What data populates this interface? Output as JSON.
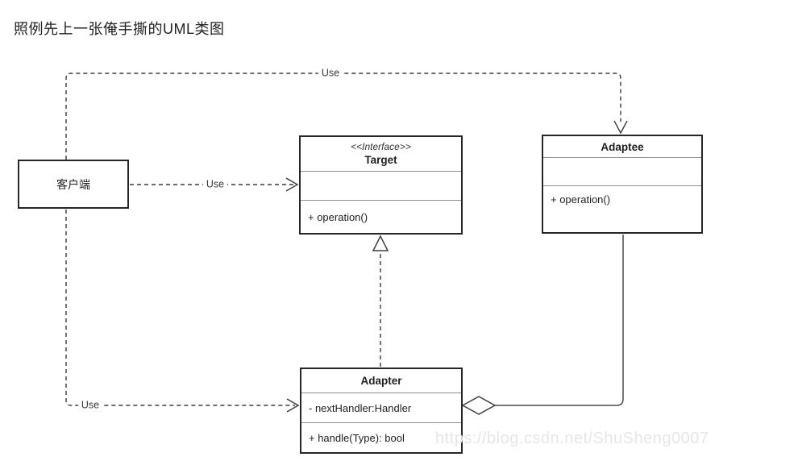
{
  "title": "照例先上一张俺手撕的UML类图",
  "classes": {
    "client": {
      "label": "客户端"
    },
    "target": {
      "stereotype": "<<Interface>>",
      "name": "Target",
      "attributes": "",
      "methods": "+ operation()"
    },
    "adaptee": {
      "name": "Adaptee",
      "attributes": "",
      "methods": "+ operation()"
    },
    "adapter": {
      "name": "Adapter",
      "attributes": "- nextHandler:Handler",
      "methods": "+ handle(Type): bool"
    }
  },
  "edges": {
    "client_adaptee": {
      "label": "Use",
      "type": "dashed-dependency"
    },
    "client_target": {
      "label": "Use",
      "type": "dashed-dependency"
    },
    "client_adapter": {
      "label": "Use",
      "type": "dashed-dependency"
    },
    "adapter_target": {
      "type": "realization"
    },
    "adapter_adaptee": {
      "type": "aggregation"
    }
  },
  "watermark": "https://blog.csdn.net/ShuSheng0007",
  "colors": {
    "line": "#3b3b3b",
    "border": "#262626",
    "watermark": "#e6e6e6"
  }
}
